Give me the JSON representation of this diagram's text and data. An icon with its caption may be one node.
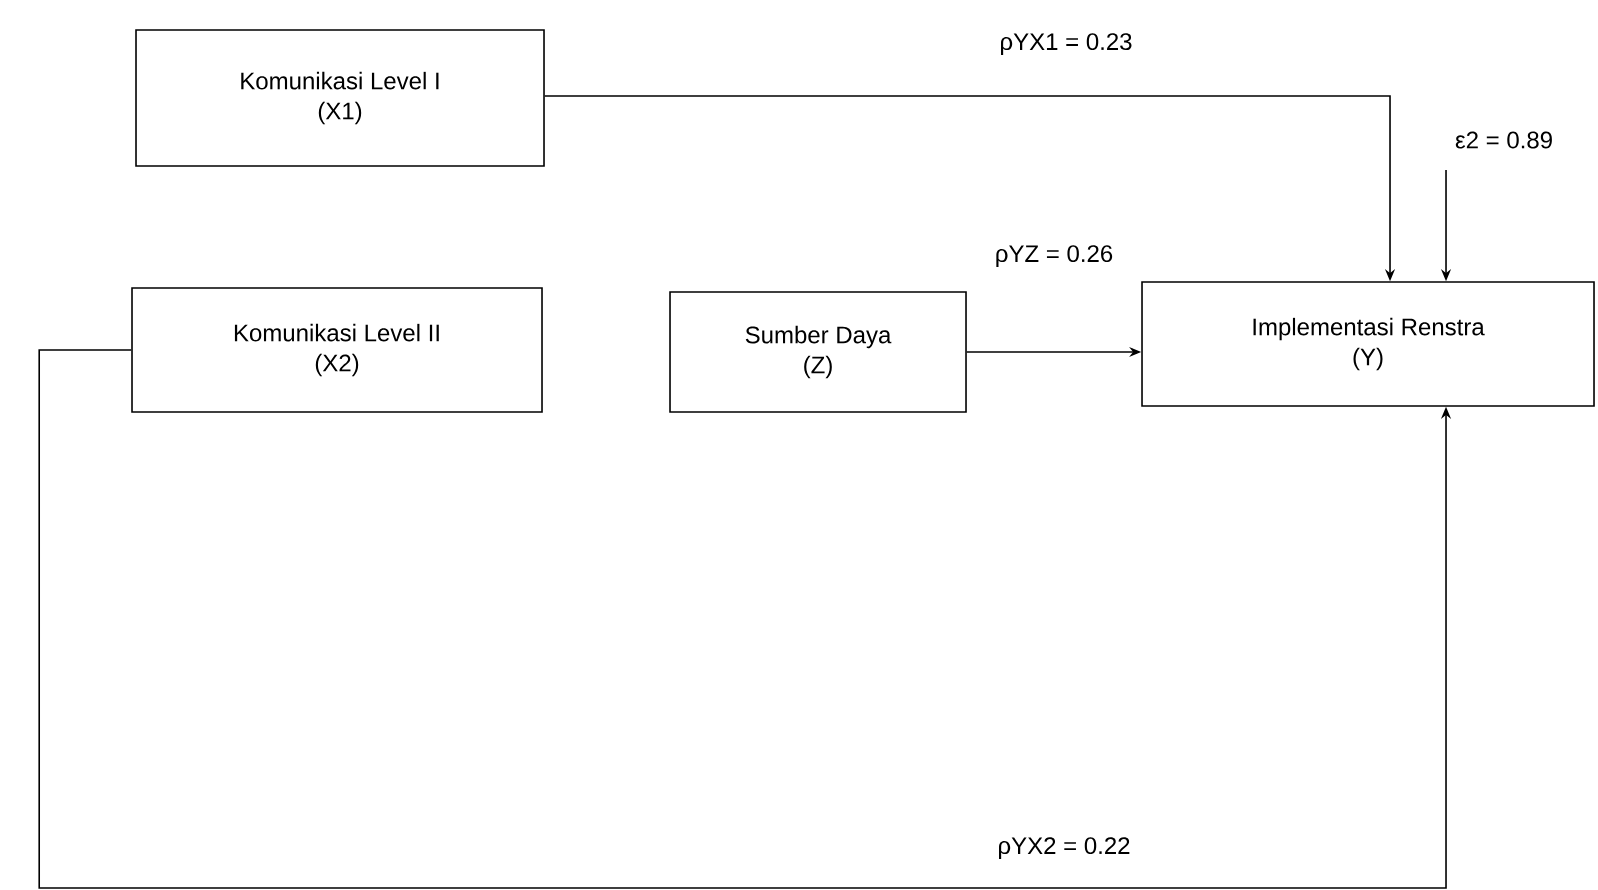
{
  "diagram": {
    "nodes": [
      {
        "text": [
          "Komunikasi Level I",
          "(X1)"
        ]
      },
      {
        "text": [
          "Komunikasi Level II",
          "(X2)"
        ]
      },
      {
        "text": [
          "Sumber Daya",
          "(Z)"
        ]
      },
      {
        "text": [
          "Implementasi Renstra",
          "(Y)"
        ]
      }
    ],
    "edges": [
      {
        "from": 0,
        "to": 3,
        "arrow": "to",
        "label": "ρYX1 = 0.23"
      },
      {
        "from": null,
        "to": 3,
        "arrow": "to",
        "label": "ε2 = 0.89"
      },
      {
        "from": 2,
        "to": 3,
        "arrow": "to",
        "label": "ρYZ = 0.26"
      },
      {
        "from": 1,
        "to": 3,
        "arrow": "to",
        "label": "ρYX2 = 0.22"
      }
    ]
  }
}
